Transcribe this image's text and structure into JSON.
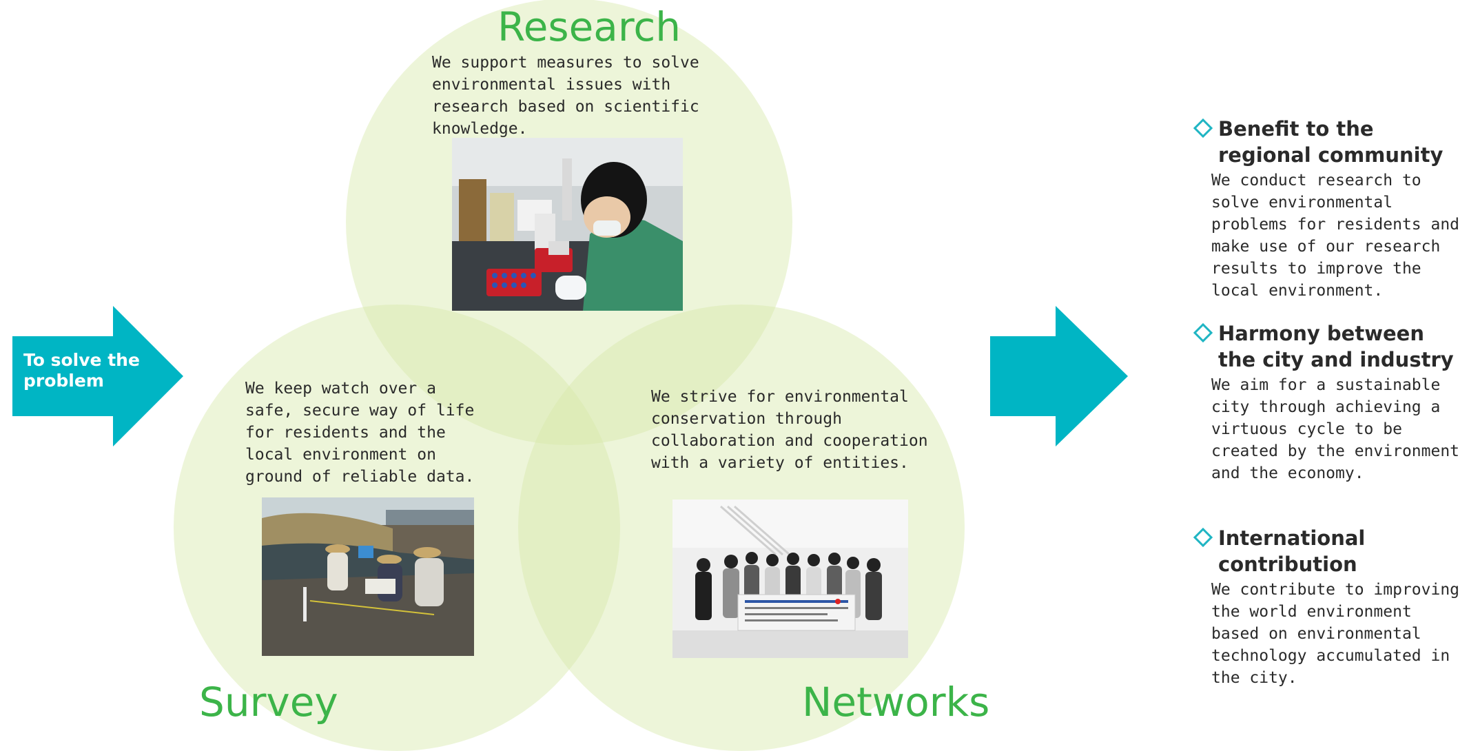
{
  "left_arrow": {
    "label": "To solve the problem",
    "color": "#00b5c4"
  },
  "right_arrow": {
    "color": "#00b5c4"
  },
  "circles": {
    "research": {
      "title": "Research",
      "text": "We support measures to solve environmental issues with research based on scientific knowledge."
    },
    "survey": {
      "title": "Survey",
      "text": "We keep watch over a safe, secure way of life for residents and the local environment on ground of reliable data."
    },
    "networks": {
      "title": "Networks",
      "text": "We strive for environmental conservation through collaboration and cooperation with a variety of entities."
    }
  },
  "benefits": [
    {
      "heading": "Benefit to the regional community",
      "body": "We conduct research to solve environmental problems for residents and make use of our research results to improve the local environment."
    },
    {
      "heading": "Harmony between the city and industry",
      "body": "We aim for a sustainable city through achieving a virtuous cycle to be created by the environment and the economy."
    },
    {
      "heading": "International contribution",
      "body": "We contribute to improving the world environment based on environmental technology accumulated in the city."
    }
  ],
  "colors": {
    "title_green": "#3cb449",
    "circle_fill": "#d7e8ab",
    "accent_teal": "#00b5c4",
    "text": "#2a2a2a"
  }
}
